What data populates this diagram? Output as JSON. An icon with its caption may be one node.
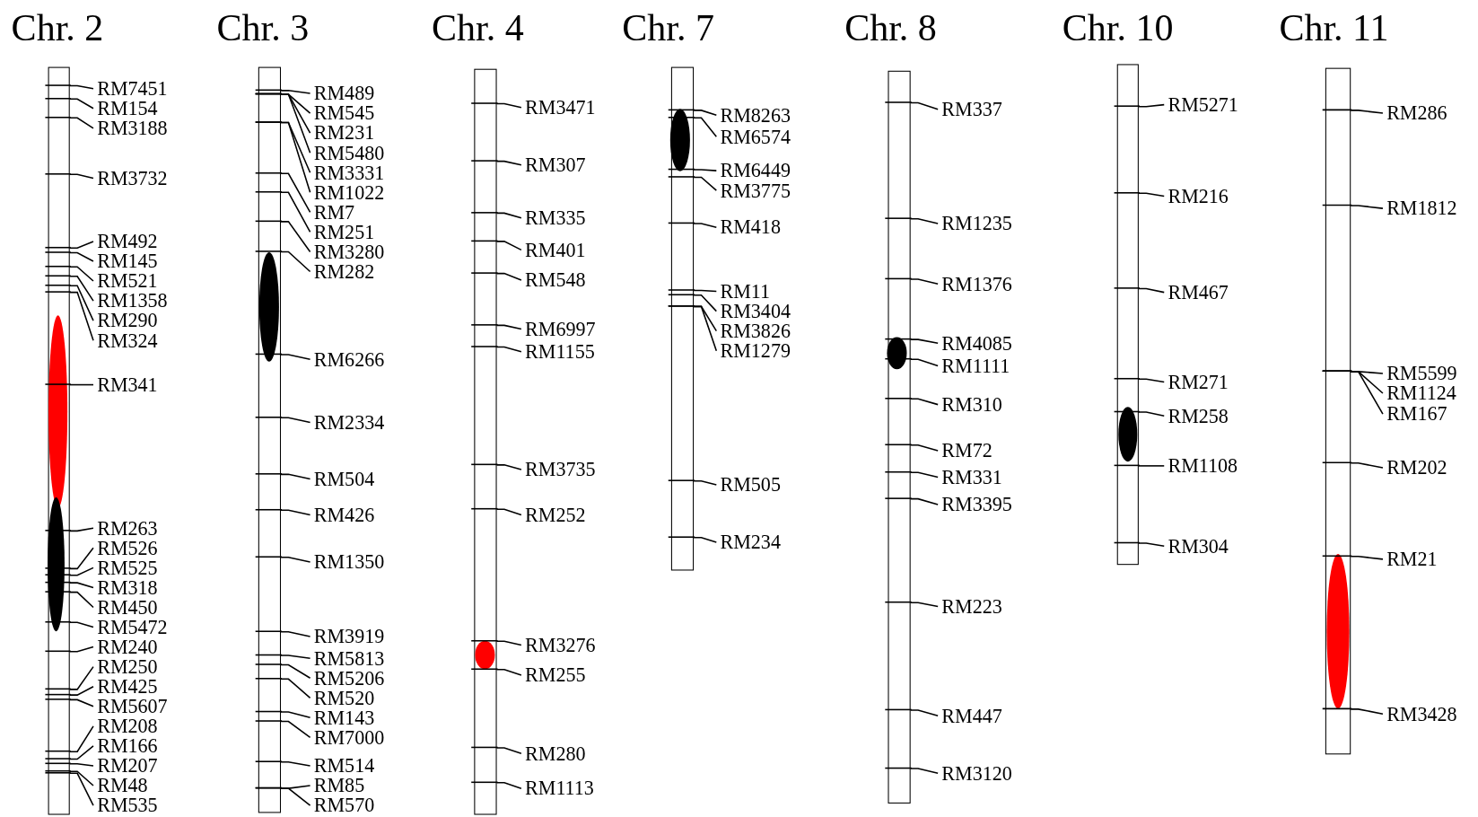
{
  "diagram": {
    "nodes": [
      {
        "text": [
          "Chr. 2"
        ]
      },
      {
        "text": [
          "RM7451"
        ]
      },
      {
        "text": [
          "RM154"
        ]
      },
      {
        "text": [
          "RM3188"
        ]
      },
      {
        "text": [
          "RM3732"
        ]
      },
      {
        "text": [
          "RM492"
        ]
      },
      {
        "text": [
          "RM145"
        ]
      },
      {
        "text": [
          "RM521"
        ]
      },
      {
        "text": [
          "RM1358"
        ]
      },
      {
        "text": [
          "RM290"
        ]
      },
      {
        "text": [
          "RM324"
        ]
      },
      {
        "text": [
          "RM341"
        ]
      },
      {
        "text": [
          "RM263"
        ]
      },
      {
        "text": [
          "RM526"
        ]
      },
      {
        "text": [
          "RM525"
        ]
      },
      {
        "text": [
          "RM318"
        ]
      },
      {
        "text": [
          "RM450"
        ]
      },
      {
        "text": [
          "RM5472"
        ]
      },
      {
        "text": [
          "RM240"
        ]
      },
      {
        "text": [
          "RM250"
        ]
      },
      {
        "text": [
          "RM425"
        ]
      },
      {
        "text": [
          "RM5607"
        ]
      },
      {
        "text": [
          "RM208"
        ]
      },
      {
        "text": [
          "RM166"
        ]
      },
      {
        "text": [
          "RM207"
        ]
      },
      {
        "text": [
          "RM48"
        ]
      },
      {
        "text": [
          "RM535"
        ]
      },
      {
        "text": [
          "Chr. 3"
        ]
      },
      {
        "text": [
          "RM489"
        ]
      },
      {
        "text": [
          "RM545"
        ]
      },
      {
        "text": [
          "RM231"
        ]
      },
      {
        "text": [
          "RM5480"
        ]
      },
      {
        "text": [
          "RM3331"
        ]
      },
      {
        "text": [
          "RM1022"
        ]
      },
      {
        "text": [
          "RM7"
        ]
      },
      {
        "text": [
          "RM251"
        ]
      },
      {
        "text": [
          "RM3280"
        ]
      },
      {
        "text": [
          "RM282"
        ]
      },
      {
        "text": [
          "RM6266"
        ]
      },
      {
        "text": [
          "RM2334"
        ]
      },
      {
        "text": [
          "RM504"
        ]
      },
      {
        "text": [
          "RM426"
        ]
      },
      {
        "text": [
          "RM1350"
        ]
      },
      {
        "text": [
          "RM3919"
        ]
      },
      {
        "text": [
          "RM5813"
        ]
      },
      {
        "text": [
          "RM5206"
        ]
      },
      {
        "text": [
          "RM520"
        ]
      },
      {
        "text": [
          "RM143"
        ]
      },
      {
        "text": [
          "RM7000"
        ]
      },
      {
        "text": [
          "RM514"
        ]
      },
      {
        "text": [
          "RM85"
        ]
      },
      {
        "text": [
          "RM570"
        ]
      },
      {
        "text": [
          "Chr. 4"
        ]
      },
      {
        "text": [
          "RM3471"
        ]
      },
      {
        "text": [
          "RM307"
        ]
      },
      {
        "text": [
          "RM335"
        ]
      },
      {
        "text": [
          "RM401"
        ]
      },
      {
        "text": [
          "RM548"
        ]
      },
      {
        "text": [
          "RM6997"
        ]
      },
      {
        "text": [
          "RM1155"
        ]
      },
      {
        "text": [
          "RM3735"
        ]
      },
      {
        "text": [
          "RM252"
        ]
      },
      {
        "text": [
          "RM3276"
        ]
      },
      {
        "text": [
          "RM255"
        ]
      },
      {
        "text": [
          "RM280"
        ]
      },
      {
        "text": [
          "RM1113"
        ]
      },
      {
        "text": [
          "Chr. 7"
        ]
      },
      {
        "text": [
          "RM8263"
        ]
      },
      {
        "text": [
          "RM6574"
        ]
      },
      {
        "text": [
          "RM6449"
        ]
      },
      {
        "text": [
          "RM3775"
        ]
      },
      {
        "text": [
          "RM418"
        ]
      },
      {
        "text": [
          "RM11"
        ]
      },
      {
        "text": [
          "RM3404"
        ]
      },
      {
        "text": [
          "RM3826"
        ]
      },
      {
        "text": [
          "RM1279"
        ]
      },
      {
        "text": [
          "RM505"
        ]
      },
      {
        "text": [
          "RM234"
        ]
      },
      {
        "text": [
          "Chr. 8"
        ]
      },
      {
        "text": [
          "RM337"
        ]
      },
      {
        "text": [
          "RM1235"
        ]
      },
      {
        "text": [
          "RM1376"
        ]
      },
      {
        "text": [
          "RM4085"
        ]
      },
      {
        "text": [
          "RM1111"
        ]
      },
      {
        "text": [
          "RM310"
        ]
      },
      {
        "text": [
          "RM72"
        ]
      },
      {
        "text": [
          "RM331"
        ]
      },
      {
        "text": [
          "RM3395"
        ]
      },
      {
        "text": [
          "RM223"
        ]
      },
      {
        "text": [
          "RM447"
        ]
      },
      {
        "text": [
          "RM3120"
        ]
      },
      {
        "text": [
          "Chr. 10"
        ]
      },
      {
        "text": [
          "RM5271"
        ]
      },
      {
        "text": [
          "RM216"
        ]
      },
      {
        "text": [
          "RM467"
        ]
      },
      {
        "text": [
          "RM271"
        ]
      },
      {
        "text": [
          "RM258"
        ]
      },
      {
        "text": [
          "RM1108"
        ]
      },
      {
        "text": [
          "RM304"
        ]
      },
      {
        "text": [
          "Chr. 11"
        ]
      },
      {
        "text": [
          "RM286"
        ]
      },
      {
        "text": [
          "RM1812"
        ]
      },
      {
        "text": [
          "RM5599"
        ]
      },
      {
        "text": [
          "RM1124"
        ]
      },
      {
        "text": [
          "RM167"
        ]
      },
      {
        "text": [
          "RM202"
        ]
      },
      {
        "text": [
          "RM21"
        ]
      },
      {
        "text": [
          "RM3428"
        ]
      }
    ],
    "edges": [
      {
        "from": 1,
        "to": 0,
        "arrow": "none"
      },
      {
        "from": 2,
        "to": 0,
        "arrow": "none"
      },
      {
        "from": 3,
        "to": 0,
        "arrow": "none"
      },
      {
        "from": 4,
        "to": 0,
        "arrow": "none"
      },
      {
        "from": 5,
        "to": 0,
        "arrow": "none"
      },
      {
        "from": 6,
        "to": 0,
        "arrow": "none"
      },
      {
        "from": 7,
        "to": 0,
        "arrow": "none"
      },
      {
        "from": 8,
        "to": 0,
        "arrow": "none"
      },
      {
        "from": 9,
        "to": 0,
        "arrow": "none"
      },
      {
        "from": 10,
        "to": 0,
        "arrow": "none"
      },
      {
        "from": 11,
        "to": 0,
        "arrow": "none"
      },
      {
        "from": 12,
        "to": 0,
        "arrow": "none"
      },
      {
        "from": 13,
        "to": 0,
        "arrow": "none"
      },
      {
        "from": 14,
        "to": 0,
        "arrow": "none"
      },
      {
        "from": 15,
        "to": 0,
        "arrow": "none"
      },
      {
        "from": 16,
        "to": 0,
        "arrow": "none"
      },
      {
        "from": 17,
        "to": 0,
        "arrow": "none"
      },
      {
        "from": 18,
        "to": 0,
        "arrow": "none"
      },
      {
        "from": 19,
        "to": 0,
        "arrow": "none"
      },
      {
        "from": 20,
        "to": 0,
        "arrow": "none"
      },
      {
        "from": 21,
        "to": 0,
        "arrow": "none"
      },
      {
        "from": 22,
        "to": 0,
        "arrow": "none"
      },
      {
        "from": 23,
        "to": 0,
        "arrow": "none"
      },
      {
        "from": 24,
        "to": 0,
        "arrow": "none"
      },
      {
        "from": 25,
        "to": 0,
        "arrow": "none"
      },
      {
        "from": 26,
        "to": 0,
        "arrow": "none"
      },
      {
        "from": 28,
        "to": 27,
        "arrow": "none"
      },
      {
        "from": 29,
        "to": 27,
        "arrow": "none"
      },
      {
        "from": 30,
        "to": 27,
        "arrow": "none"
      },
      {
        "from": 31,
        "to": 27,
        "arrow": "none"
      },
      {
        "from": 32,
        "to": 27,
        "arrow": "none"
      },
      {
        "from": 33,
        "to": 27,
        "arrow": "none"
      },
      {
        "from": 34,
        "to": 27,
        "arrow": "none"
      },
      {
        "from": 35,
        "to": 27,
        "arrow": "none"
      },
      {
        "from": 36,
        "to": 27,
        "arrow": "none"
      },
      {
        "from": 37,
        "to": 27,
        "arrow": "none"
      },
      {
        "from": 38,
        "to": 27,
        "arrow": "none"
      },
      {
        "from": 39,
        "to": 27,
        "arrow": "none"
      },
      {
        "from": 40,
        "to": 27,
        "arrow": "none"
      },
      {
        "from": 41,
        "to": 27,
        "arrow": "none"
      },
      {
        "from": 42,
        "to": 27,
        "arrow": "none"
      },
      {
        "from": 43,
        "to": 27,
        "arrow": "none"
      },
      {
        "from": 44,
        "to": 27,
        "arrow": "none"
      },
      {
        "from": 45,
        "to": 27,
        "arrow": "none"
      },
      {
        "from": 46,
        "to": 27,
        "arrow": "none"
      },
      {
        "from": 47,
        "to": 27,
        "arrow": "none"
      },
      {
        "from": 48,
        "to": 27,
        "arrow": "none"
      },
      {
        "from": 49,
        "to": 27,
        "arrow": "none"
      },
      {
        "from": 50,
        "to": 27,
        "arrow": "none"
      },
      {
        "from": 51,
        "to": 27,
        "arrow": "none"
      },
      {
        "from": 53,
        "to": 52,
        "arrow": "none"
      },
      {
        "from": 54,
        "to": 52,
        "arrow": "none"
      },
      {
        "from": 55,
        "to": 52,
        "arrow": "none"
      },
      {
        "from": 56,
        "to": 52,
        "arrow": "none"
      },
      {
        "from": 57,
        "to": 52,
        "arrow": "none"
      },
      {
        "from": 58,
        "to": 52,
        "arrow": "none"
      },
      {
        "from": 59,
        "to": 52,
        "arrow": "none"
      },
      {
        "from": 60,
        "to": 52,
        "arrow": "none"
      },
      {
        "from": 61,
        "to": 52,
        "arrow": "none"
      },
      {
        "from": 62,
        "to": 52,
        "arrow": "none"
      },
      {
        "from": 63,
        "to": 52,
        "arrow": "none"
      },
      {
        "from": 64,
        "to": 52,
        "arrow": "none"
      },
      {
        "from": 65,
        "to": 52,
        "arrow": "none"
      },
      {
        "from": 67,
        "to": 66,
        "arrow": "none"
      },
      {
        "from": 68,
        "to": 66,
        "arrow": "none"
      },
      {
        "from": 69,
        "to": 66,
        "arrow": "none"
      },
      {
        "from": 70,
        "to": 66,
        "arrow": "none"
      },
      {
        "from": 71,
        "to": 66,
        "arrow": "none"
      },
      {
        "from": 72,
        "to": 66,
        "arrow": "none"
      },
      {
        "from": 73,
        "to": 66,
        "arrow": "none"
      },
      {
        "from": 74,
        "to": 66,
        "arrow": "none"
      },
      {
        "from": 75,
        "to": 66,
        "arrow": "none"
      },
      {
        "from": 76,
        "to": 66,
        "arrow": "none"
      },
      {
        "from": 77,
        "to": 66,
        "arrow": "none"
      },
      {
        "from": 79,
        "to": 78,
        "arrow": "none"
      },
      {
        "from": 80,
        "to": 78,
        "arrow": "none"
      },
      {
        "from": 81,
        "to": 78,
        "arrow": "none"
      },
      {
        "from": 82,
        "to": 78,
        "arrow": "none"
      },
      {
        "from": 83,
        "to": 78,
        "arrow": "none"
      },
      {
        "from": 84,
        "to": 78,
        "arrow": "none"
      },
      {
        "from": 85,
        "to": 78,
        "arrow": "none"
      },
      {
        "from": 86,
        "to": 78,
        "arrow": "none"
      },
      {
        "from": 87,
        "to": 78,
        "arrow": "none"
      },
      {
        "from": 88,
        "to": 78,
        "arrow": "none"
      },
      {
        "from": 89,
        "to": 78,
        "arrow": "none"
      },
      {
        "from": 90,
        "to": 78,
        "arrow": "none"
      },
      {
        "from": 92,
        "to": 91,
        "arrow": "none"
      },
      {
        "from": 93,
        "to": 91,
        "arrow": "none"
      },
      {
        "from": 94,
        "to": 91,
        "arrow": "none"
      },
      {
        "from": 95,
        "to": 91,
        "arrow": "none"
      },
      {
        "from": 96,
        "to": 91,
        "arrow": "none"
      },
      {
        "from": 97,
        "to": 91,
        "arrow": "none"
      },
      {
        "from": 98,
        "to": 91,
        "arrow": "none"
      },
      {
        "from": 100,
        "to": 99,
        "arrow": "none"
      },
      {
        "from": 101,
        "to": 99,
        "arrow": "none"
      },
      {
        "from": 102,
        "to": 99,
        "arrow": "none"
      },
      {
        "from": 103,
        "to": 99,
        "arrow": "none"
      },
      {
        "from": 104,
        "to": 99,
        "arrow": "none"
      },
      {
        "from": 105,
        "to": 99,
        "arrow": "none"
      },
      {
        "from": 106,
        "to": 99,
        "arrow": "none"
      },
      {
        "from": 107,
        "to": 99,
        "arrow": "none"
      }
    ]
  }
}
